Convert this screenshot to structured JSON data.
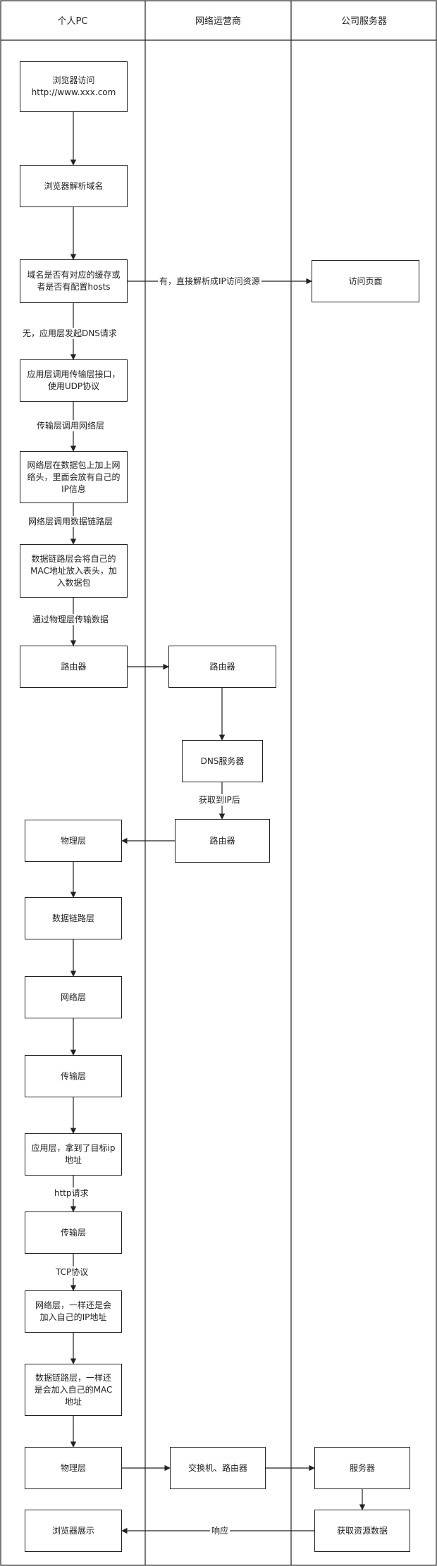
{
  "lanes": {
    "pc": "个人PC",
    "isp": "网络运营商",
    "server": "公司服务器"
  },
  "nodes": {
    "browser_visit": "浏览器访问\nhttp://www.xxx.com",
    "browser_parse": "浏览器解析域名",
    "cache_check": "域名是否有对应的缓存或\n者是否有配置hosts",
    "visit_page": "访问页面",
    "app_layer_udp": "应用层调用传输层接口，\n使用UDP协议",
    "net_layer_header": "网络层在数据包上加上网\n络头，里面会放有自己的\nIP信息",
    "link_layer_mac": "数据链路层会将自己的\nMAC地址放入表头，加\n入数据包",
    "router_pc": "路由器",
    "router_isp": "路由器",
    "dns_server": "DNS服务器",
    "router_isp_return": "路由器",
    "physical_1": "物理层",
    "datalink_1": "数据链路层",
    "network_1": "网络层",
    "transport_1": "传输层",
    "app_target_ip": "应用层，拿到了目标ip\n地址",
    "transport_2": "传输层",
    "network_2": "网络层，一样还是会\n加入自己的IP地址",
    "datalink_2": "数据链路层，一样还\n是会加入自己的MAC\n地址",
    "physical_2": "物理层",
    "switch_router": "交换机、路由器",
    "server": "服务器",
    "fetch_resource": "获取资源数据",
    "browser_display": "浏览器展示"
  },
  "edge_labels": {
    "has_cache": "有，直接解析成IP访问资源",
    "no_cache": "无，应用层发起DNS请求",
    "transport_calls_network": "传输层调用网络层",
    "network_calls_link": "网络层调用数据链路层",
    "physical_transfer": "通过物理层传输数据",
    "got_ip": "获取到IP后",
    "http_request": "http请求",
    "tcp_protocol": "TCP协议",
    "response": "响应"
  }
}
